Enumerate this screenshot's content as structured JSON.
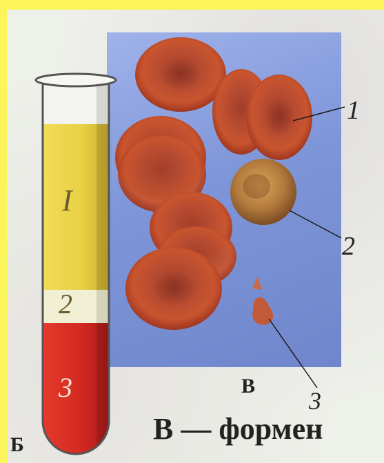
{
  "figure": {
    "tube_letter": "Б",
    "cells_letter": "В",
    "caption_fragment": "В — формен",
    "tube_layers": [
      "I",
      "2",
      "3"
    ],
    "cell_callouts": [
      "1",
      "2",
      "3"
    ]
  },
  "colors": {
    "background_frame": "#fbf45a",
    "panel_blue": "#7e95d8",
    "plasma_yellow": "#ecd34a",
    "buffy_coat": "#f2f2d8",
    "red_cells": "#c8231e"
  },
  "icons": [
    "test-tube-icon",
    "red-blood-cell-icon",
    "white-blood-cell-icon",
    "platelet-icon"
  ]
}
